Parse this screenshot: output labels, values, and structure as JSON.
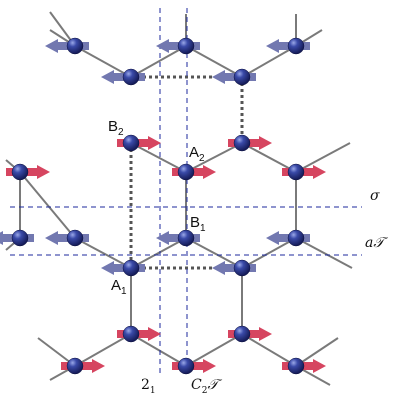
{
  "labels": {
    "A1": {
      "main": "A",
      "sub": "1"
    },
    "A2": {
      "main": "A",
      "sub": "2"
    },
    "B1": {
      "main": "B",
      "sub": "1"
    },
    "B2": {
      "main": "B",
      "sub": "2"
    }
  },
  "symmetry_labels": {
    "sigma": "σ",
    "a_t": {
      "pre": "a",
      "script": "𝒯"
    },
    "two_one": {
      "main": "2",
      "sub": "1"
    },
    "c2t": {
      "main": "C",
      "sub": "2",
      "script": "𝒯"
    }
  },
  "colors": {
    "atom": "#2c3a8c",
    "bond": "#7a7a7a",
    "spin_right": "#d64560",
    "spin_left": "#7278b0",
    "mirror_line": "#1c2a9c",
    "dotted_cell": "#555555"
  },
  "spin_directions": {
    "top_row": "left",
    "upper_a": "left",
    "b2_row": "right",
    "a2_row": "right",
    "b1_row": "left",
    "a1_row": "left",
    "bottom_a": "right",
    "bottom_b": "right"
  },
  "icons": [
    "atom-sphere-icon",
    "spin-arrow-icon"
  ]
}
